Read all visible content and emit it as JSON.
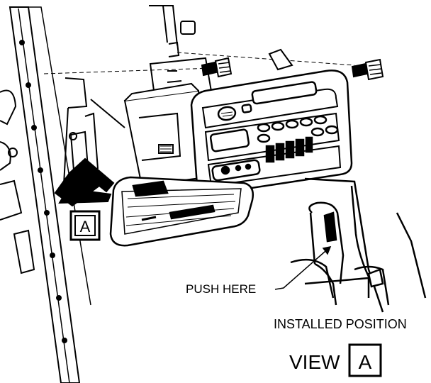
{
  "labels": {
    "view_marker": "A",
    "push_here": "PUSH HERE",
    "installed_position": "INSTALLED POSITION",
    "view_word": "VIEW",
    "view_box_letter": "A"
  },
  "colors": {
    "ink": "#000000",
    "paper": "#ffffff"
  }
}
